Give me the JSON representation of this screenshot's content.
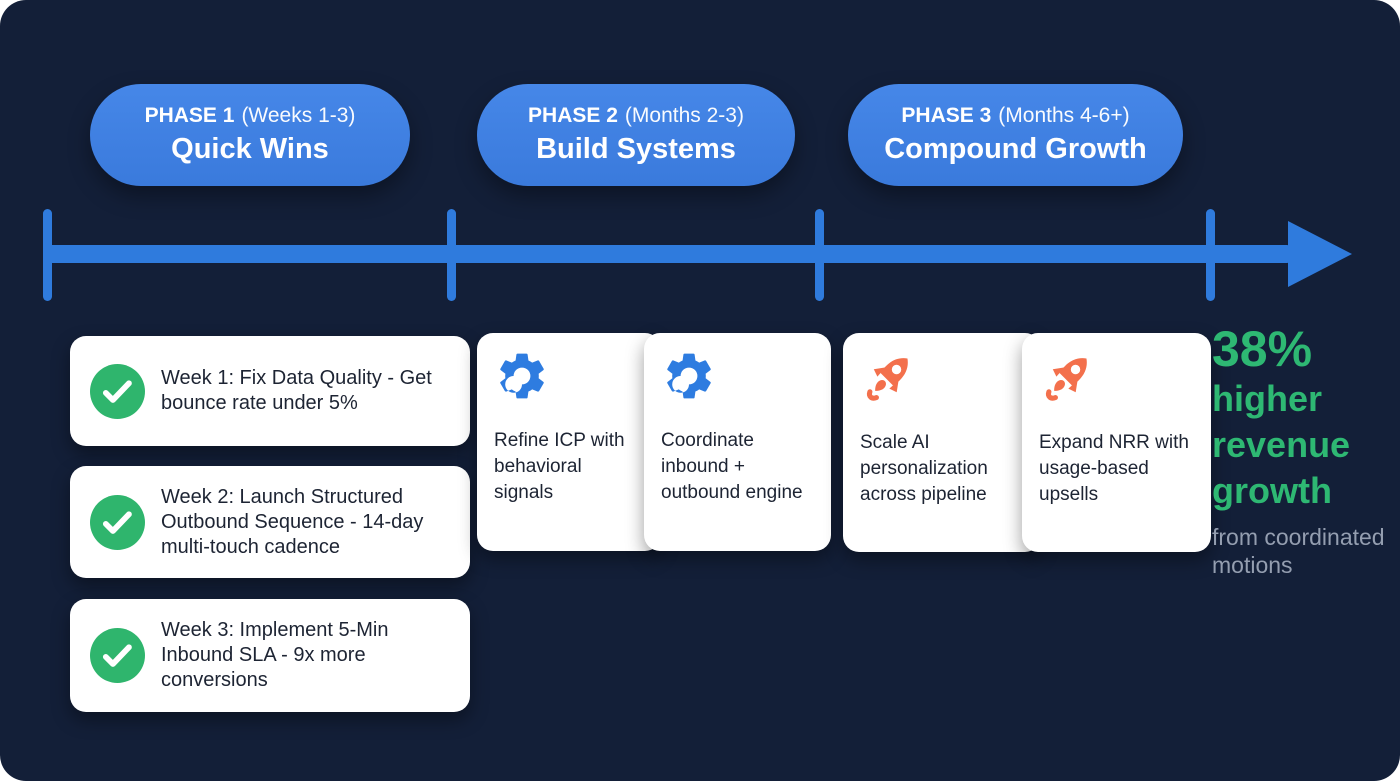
{
  "colors": {
    "background_navy": "#131f38",
    "pill_blue": "#3d7fe2",
    "timeline_blue": "#2f7bdd",
    "card_white": "#ffffff",
    "card_text": "#1d2433",
    "check_green": "#2fb56d",
    "gear_blue": "#2e7ce0",
    "rocket_orange": "#f3704c",
    "outcome_green": "#2eb873",
    "outcome_gray": "#949eb0"
  },
  "phases": [
    {
      "label": "PHASE 1",
      "range": "(Weeks 1-3)",
      "title": "Quick Wins",
      "cards": [
        {
          "icon": "check-circle",
          "text": "Week 1: Fix Data Quality - Get bounce rate under 5%"
        },
        {
          "icon": "check-circle",
          "text": "Week 2: Launch Structured Outbound Sequence - 14-day multi-touch cadence"
        },
        {
          "icon": "check-circle",
          "text": "Week 3: Implement 5-Min Inbound SLA - 9x more conversions"
        }
      ]
    },
    {
      "label": "PHASE 2",
      "range": "(Months 2-3)",
      "title": "Build Systems",
      "cards": [
        {
          "icon": "gear",
          "text": "Refine ICP with behavioral signals"
        },
        {
          "icon": "gear",
          "text": "Coordinate inbound + outbound engine"
        }
      ]
    },
    {
      "label": "PHASE 3",
      "range": "(Months 4-6+)",
      "title": "Compound Growth",
      "cards": [
        {
          "icon": "rocket",
          "text": "Scale AI personalization across pipeline"
        },
        {
          "icon": "rocket",
          "text": "Expand NRR with usage-based upsells"
        }
      ]
    }
  ],
  "timeline": {
    "direction": "right",
    "tick_count": 4
  },
  "outcome": {
    "stat": "38%",
    "headline": [
      "higher",
      "revenue",
      "growth"
    ],
    "caption": "from coordinated motions"
  }
}
